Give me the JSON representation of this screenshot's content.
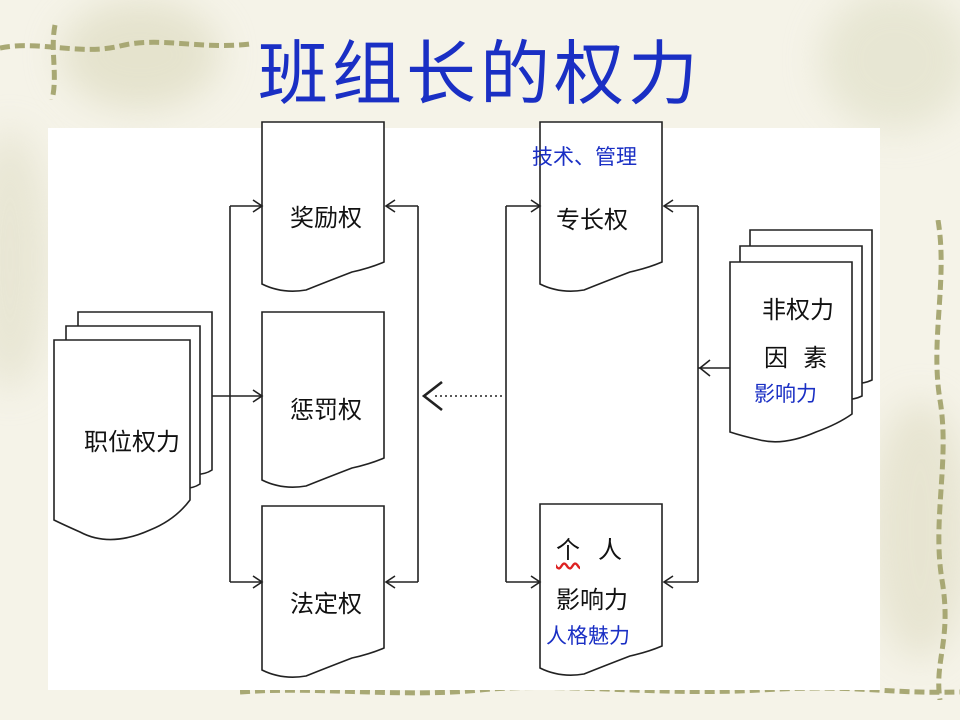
{
  "slide": {
    "title": "班组长的权力"
  },
  "diagram": {
    "position_power": "职位权力",
    "reward_power": "奖励权",
    "punish_power": "惩罚权",
    "legal_power": "法定权",
    "expert_power": "专长权",
    "expert_note": "技术、管理",
    "personal_power_line1_a": "个",
    "personal_power_line1_b": "人",
    "personal_power_line2": "影响力",
    "personal_note": "人格魅力",
    "non_power_line1": "非权力",
    "non_power_line2": "因  素",
    "non_power_note": "影响力"
  },
  "colors": {
    "title": "#1a2fc4",
    "note": "#1a2fc4",
    "lines": "#222222",
    "background": "#f5f3e8",
    "vine": "#a8a874"
  }
}
